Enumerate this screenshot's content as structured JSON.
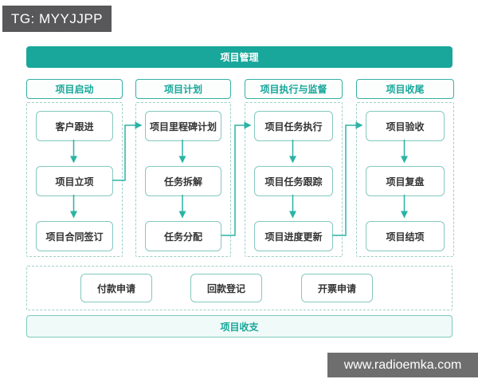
{
  "badge": {
    "text": "TG: MYYJJPP"
  },
  "watermark": {
    "text": "www.radioemka.com"
  },
  "banner": {
    "title": "项目管理"
  },
  "footer_banner": {
    "title": "项目收支"
  },
  "columns": [
    {
      "header": "项目启动",
      "steps": [
        "客户跟进",
        "项目立项",
        "项目合同签订"
      ]
    },
    {
      "header": "项目计划",
      "steps": [
        "项目里程碑计划",
        "任务拆解",
        "任务分配"
      ]
    },
    {
      "header": "项目执行与监督",
      "steps": [
        "项目任务执行",
        "项目任务跟踪",
        "项目进度更新"
      ]
    },
    {
      "header": "项目收尾",
      "steps": [
        "项目验收",
        "项目复盘",
        "项目结项"
      ]
    }
  ],
  "finance_row": {
    "items": [
      "付款申请",
      "回款登记",
      "开票申请"
    ]
  },
  "colors": {
    "teal": "#18A79A",
    "arrow": "#2BB3A4",
    "box_border": "#84C8BF",
    "dashed_border": "#9ED0CA",
    "badge_bg": "#58585A",
    "watermark_bg": "#6E6E6E",
    "light_banner_bg": "#F0FAF8"
  }
}
